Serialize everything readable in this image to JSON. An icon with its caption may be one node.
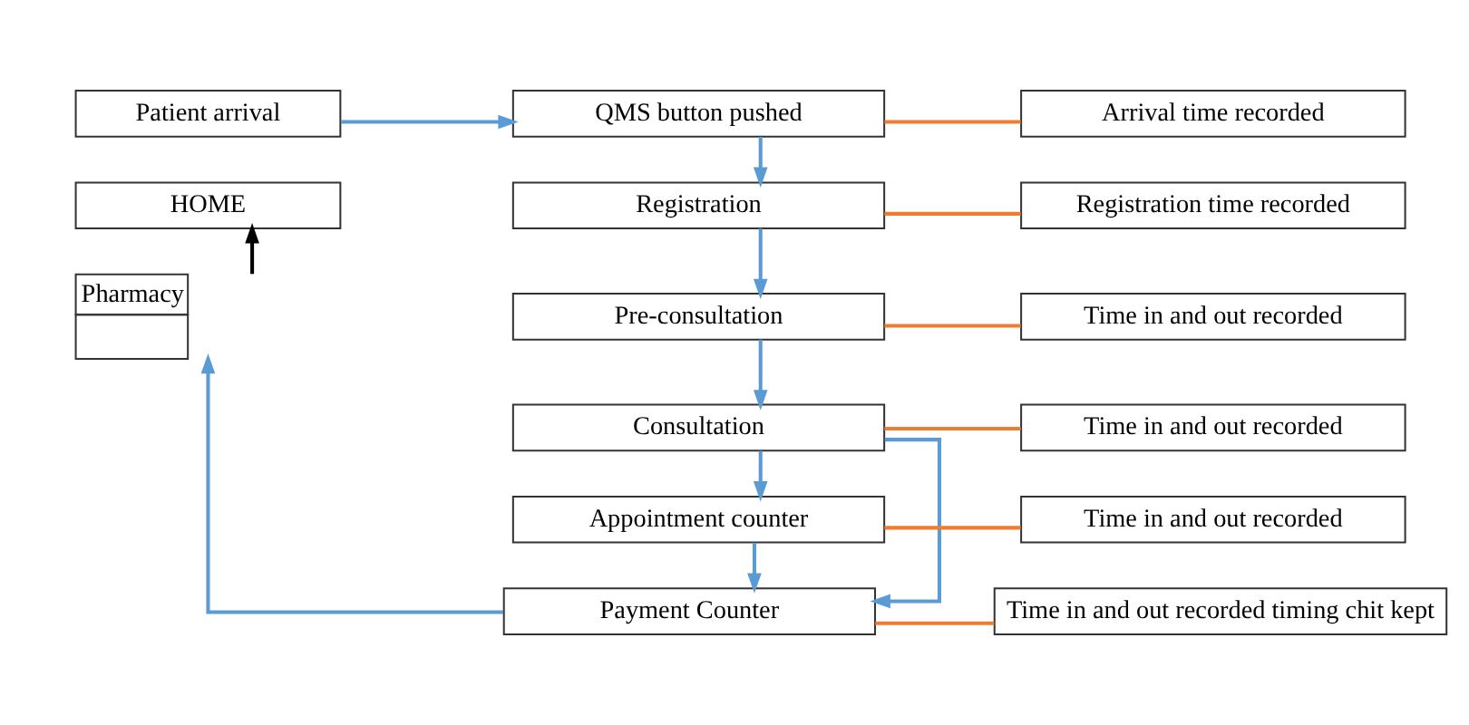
{
  "diagram": {
    "nodes": [
      {
        "text": [
          "Patient arrival"
        ]
      },
      {
        "text": [
          "QMS button pushed"
        ]
      },
      {
        "text": [
          "Arrival time recorded"
        ]
      },
      {
        "text": [
          "HOME"
        ]
      },
      {
        "text": [
          "Pharmacy"
        ]
      },
      {
        "text": [
          "Registration"
        ]
      },
      {
        "text": [
          "Registration time recorded"
        ]
      },
      {
        "text": [
          "Pre-consultation"
        ]
      },
      {
        "text": [
          "Time in and out recorded"
        ]
      },
      {
        "text": [
          "Consultation"
        ]
      },
      {
        "text": [
          "Time in and out recorded"
        ]
      },
      {
        "text": [
          "Appointment counter"
        ]
      },
      {
        "text": [
          "Time in and out recorded"
        ]
      },
      {
        "text": [
          "Payment Counter"
        ]
      },
      {
        "text": [
          "Time in and out recorded timing chit kept"
        ]
      }
    ],
    "edges": [
      {
        "from": 0,
        "to": 1,
        "arrow": "to"
      },
      {
        "from": 1,
        "to": 2,
        "arrow": "none",
        "color": "#ed7d31"
      },
      {
        "from": 1,
        "to": 5,
        "arrow": "to"
      },
      {
        "from": 5,
        "to": 6,
        "arrow": "none",
        "color": "#ed7d31"
      },
      {
        "from": 5,
        "to": 7,
        "arrow": "to"
      },
      {
        "from": 7,
        "to": 8,
        "arrow": "none",
        "color": "#ed7d31"
      },
      {
        "from": 7,
        "to": 9,
        "arrow": "to"
      },
      {
        "from": 9,
        "to": 10,
        "arrow": "none",
        "color": "#ed7d31"
      },
      {
        "from": 9,
        "to": 11,
        "arrow": "to"
      },
      {
        "from": 11,
        "to": 12,
        "arrow": "none",
        "color": "#ed7d31"
      },
      {
        "from": 11,
        "to": 13,
        "arrow": "to"
      },
      {
        "from": 13,
        "to": 14,
        "arrow": "none",
        "color": "#ed7d31"
      },
      {
        "from": 9,
        "to": 13,
        "arrow": "to"
      },
      {
        "from": 13,
        "to": 4,
        "arrow": "to"
      },
      {
        "from": 4,
        "to": 3,
        "arrow": "to",
        "color": "#000000"
      }
    ]
  }
}
